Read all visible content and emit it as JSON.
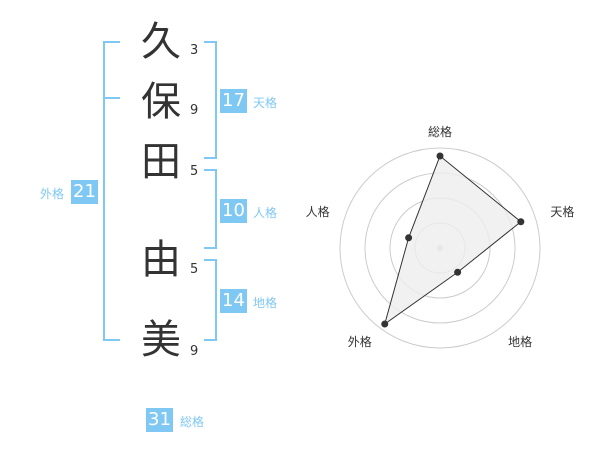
{
  "name_chars": [
    {
      "char": "久",
      "strokes": "3"
    },
    {
      "char": "保",
      "strokes": "9"
    },
    {
      "char": "田",
      "strokes": "5"
    },
    {
      "char": "由",
      "strokes": "5"
    },
    {
      "char": "美",
      "strokes": "9"
    }
  ],
  "fortunes": {
    "tenkaku": {
      "label": "天格",
      "value": "17"
    },
    "jinkaku": {
      "label": "人格",
      "value": "10"
    },
    "chikaku": {
      "label": "地格",
      "value": "14"
    },
    "gaikaku": {
      "label": "外格",
      "value": "21"
    },
    "soukaku": {
      "label": "総格",
      "value": "31"
    }
  },
  "colors": {
    "accent": "#7fc8f4",
    "text": "#333333",
    "grid": "#cccccc",
    "fill": "#eeeeee"
  },
  "chart_data": {
    "type": "radar",
    "axes": [
      "総格",
      "天格",
      "地格",
      "外格",
      "人格"
    ],
    "values": [
      0.92,
      0.85,
      0.3,
      0.94,
      0.33
    ],
    "rings": 4,
    "range": [
      0,
      1
    ]
  }
}
